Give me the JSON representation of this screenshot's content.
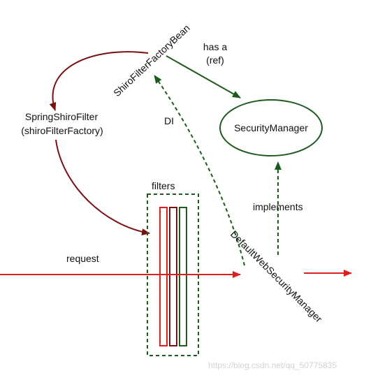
{
  "nodes": {
    "shiro_filter_factory_bean": "ShiroFilterFactoryBean",
    "spring_shiro_filter": "SpringShiroFilter",
    "spring_shiro_filter_sub": "(shiroFilterFactory)",
    "security_manager": "SecurityManager",
    "default_web_security_manager": "DefaultWebSecurityManager"
  },
  "labels": {
    "has_a": "has a",
    "has_a_ref": "(ref)",
    "di": "DI",
    "implements": "implements",
    "filters": "filters",
    "request": "request"
  },
  "watermark": "https://blog.csdn.net/qq_50775835",
  "colors": {
    "dark_red": "#7b1010",
    "red": "#dd1f1f",
    "dark_green": "#1e5a1e",
    "text": "#111111"
  }
}
